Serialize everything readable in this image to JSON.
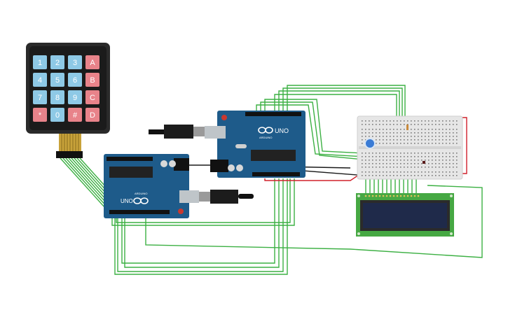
{
  "keypad": {
    "keys": [
      {
        "label": "1",
        "kind": "num"
      },
      {
        "label": "2",
        "kind": "num"
      },
      {
        "label": "3",
        "kind": "num"
      },
      {
        "label": "A",
        "kind": "fn"
      },
      {
        "label": "4",
        "kind": "num"
      },
      {
        "label": "5",
        "kind": "num"
      },
      {
        "label": "6",
        "kind": "num"
      },
      {
        "label": "B",
        "kind": "fn"
      },
      {
        "label": "7",
        "kind": "num"
      },
      {
        "label": "8",
        "kind": "num"
      },
      {
        "label": "9",
        "kind": "num"
      },
      {
        "label": "C",
        "kind": "fn"
      },
      {
        "label": "*",
        "kind": "fn"
      },
      {
        "label": "0",
        "kind": "num"
      },
      {
        "label": "#",
        "kind": "fn"
      },
      {
        "label": "D",
        "kind": "fn"
      }
    ]
  },
  "arduino_top": {
    "logo": "UNO",
    "brand": "ARDUINO"
  },
  "arduino_bottom": {
    "logo": "UNO",
    "brand": "ARDUINO"
  },
  "colors": {
    "wire_green": "#3cb043",
    "wire_red": "#d0202a",
    "wire_black": "#1a1a1a",
    "board_blue": "#1e5b8a",
    "key_blue": "#8ec9e6",
    "key_red": "#e8838a",
    "lcd_green": "#46a843",
    "lcd_screen": "#1f2a4a",
    "breadboard": "#e6e6e6"
  }
}
